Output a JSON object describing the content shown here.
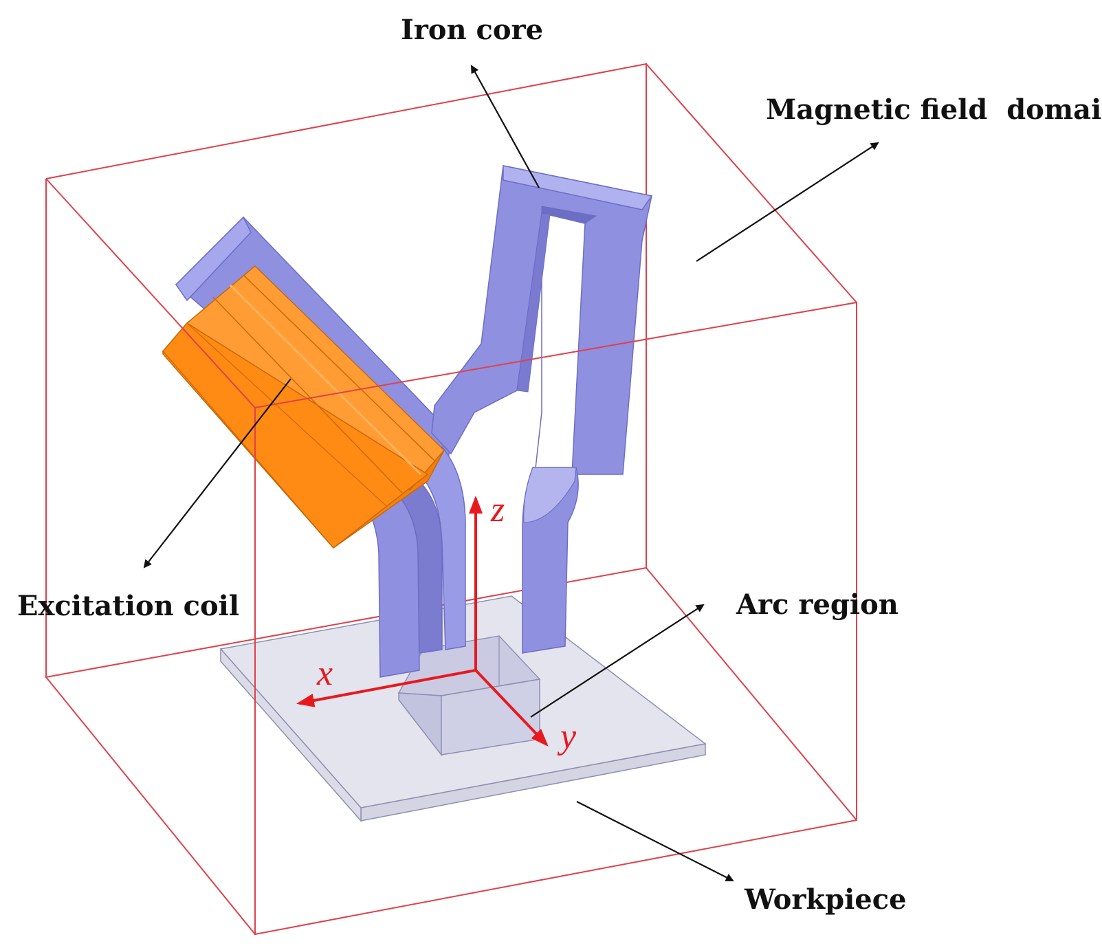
{
  "labels": {
    "iron_core": "Iron core",
    "magnetic_field_domain": "Magnetic field  domain",
    "excitation_coil": "Excitation coil",
    "arc_region": "Arc region",
    "workpiece": "Workpiece"
  },
  "axes": {
    "x": "x",
    "y": "y",
    "z": "z"
  },
  "colors": {
    "domain_box": "#e0404a",
    "iron_core": "#8f90e0",
    "iron_core_light": "#b4b5ee",
    "iron_core_dark": "#6c6dc4",
    "coil": "#ff8a14",
    "coil_dark": "#e06f00",
    "workpiece": "#e4e4ee",
    "arc_region": "#cfd0e6",
    "axis": "#e8191e",
    "leader": "#111111"
  }
}
